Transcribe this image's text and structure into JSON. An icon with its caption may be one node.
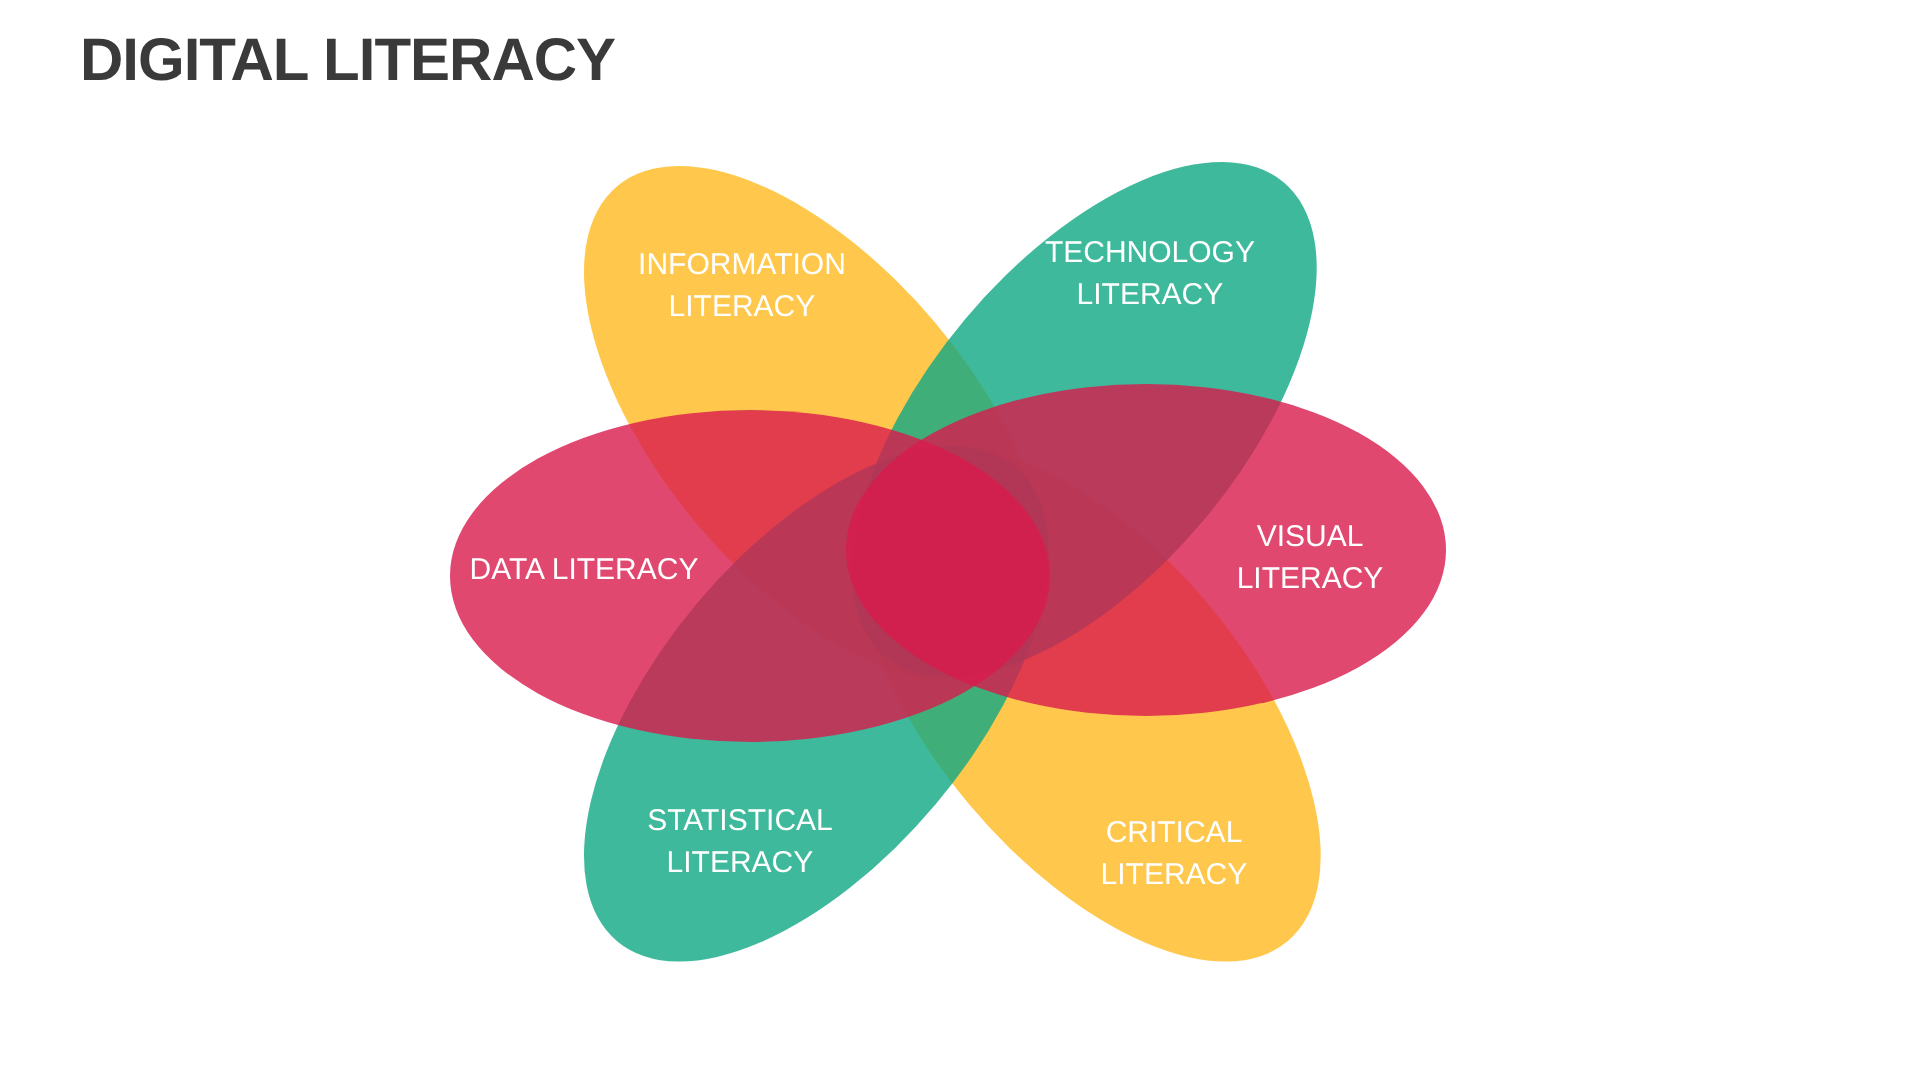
{
  "diagram": {
    "title": "DIGITAL LITERACY",
    "nodes": [
      {
        "text": [
          "INFORMATION LITERACY"
        ]
      },
      {
        "text": [
          "TECHNOLOGY LITERACY"
        ]
      },
      {
        "text": [
          "DATA LITERACY"
        ]
      },
      {
        "text": [
          "VISUAL LITERACY"
        ]
      },
      {
        "text": [
          "STATISTICAL LITERACY"
        ]
      },
      {
        "text": [
          "CRITICAL LITERACY"
        ]
      }
    ]
  }
}
